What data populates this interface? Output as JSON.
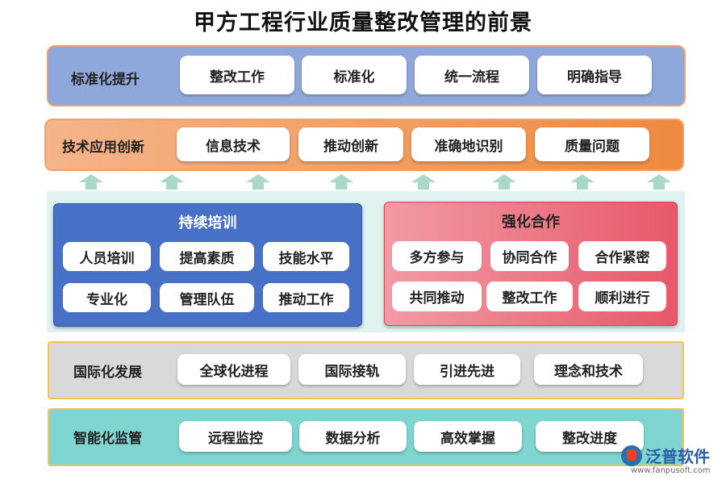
{
  "title": "甲方工程行业质量整改管理的前景",
  "bands": {
    "standardization": {
      "label": "标准化提升",
      "items": [
        "整改工作",
        "标准化",
        "统一流程",
        "明确指导"
      ]
    },
    "tech": {
      "label": "技术应用创新",
      "items": [
        "信息技术",
        "推动创新",
        "准确地识别",
        "质量问题"
      ]
    },
    "international": {
      "label": "国际化发展",
      "items": [
        "全球化进程",
        "国际接轨",
        "引进先进",
        "理念和技术"
      ]
    },
    "smart": {
      "label": "智能化监管",
      "items": [
        "远程监控",
        "数据分析",
        "高效掌握",
        "整改进度"
      ]
    }
  },
  "training": {
    "title": "持续培训",
    "items": [
      "人员培训",
      "提高素质",
      "技能水平",
      "专业化",
      "管理队伍",
      "推动工作"
    ]
  },
  "cooperation": {
    "title": "强化合作",
    "items": [
      "多方参与",
      "协同合作",
      "合作紧密",
      "共同推动",
      "整改工作",
      "顺利进行"
    ]
  },
  "logo": {
    "name": "泛普软件",
    "url": "www.fanpusoft.com"
  },
  "colors": {
    "band1": "#8fa8dc",
    "band2": "#f2a26c",
    "band3": "#d9d9d9",
    "band4": "#7fd5cf",
    "middle_bg": "#e1f3f0",
    "training": "#4671c6",
    "cooperation": "#ea6f7c",
    "arrow": "#a9d8c9"
  }
}
